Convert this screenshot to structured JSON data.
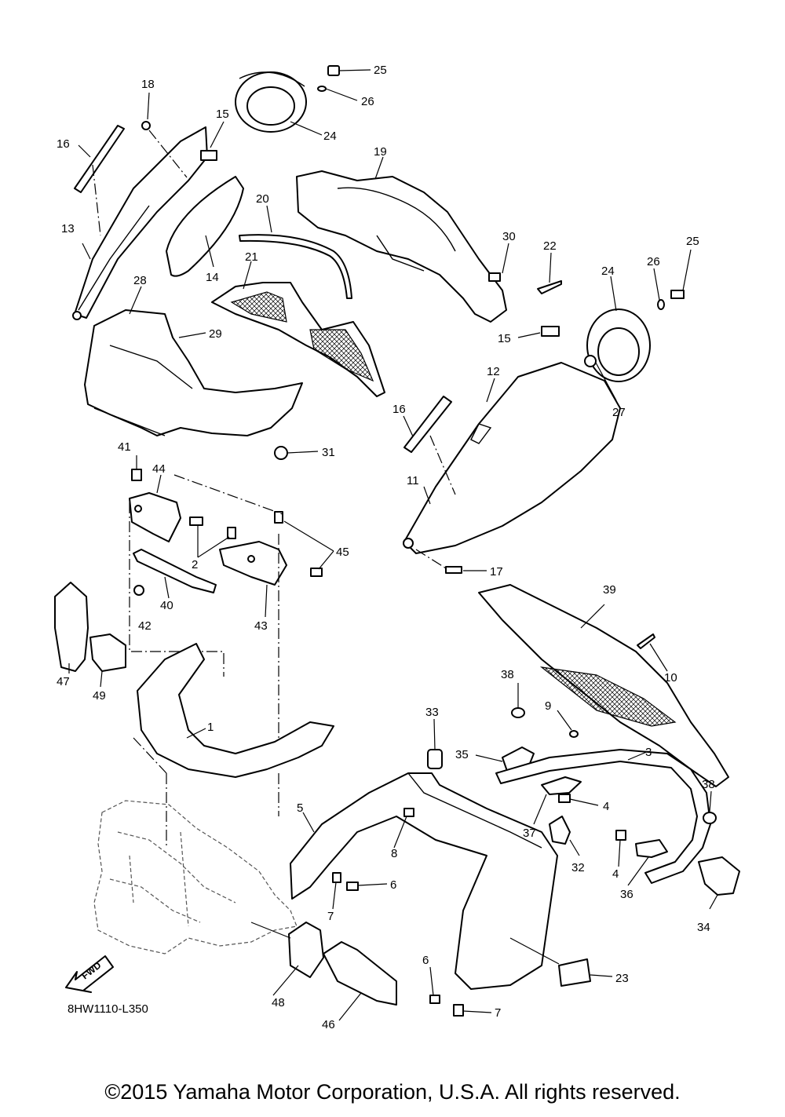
{
  "callouts": [
    "1",
    "2",
    "3",
    "4",
    "4",
    "5",
    "6",
    "6",
    "7",
    "7",
    "8",
    "9",
    "10",
    "11",
    "12",
    "13",
    "14",
    "15",
    "15",
    "16",
    "16",
    "17",
    "18",
    "19",
    "20",
    "21",
    "22",
    "23",
    "24",
    "24",
    "25",
    "25",
    "26",
    "26",
    "27",
    "28",
    "29",
    "30",
    "31",
    "32",
    "33",
    "34",
    "35",
    "36",
    "37",
    "38",
    "38",
    "39",
    "40",
    "41",
    "42",
    "43",
    "44",
    "45",
    "46",
    "47",
    "48",
    "49"
  ],
  "diagram_code": "8HW1110-L350",
  "fwd_label": "FWD",
  "copyright": "©2015 Yamaha Motor Corporation, U.S.A. All rights reserved."
}
